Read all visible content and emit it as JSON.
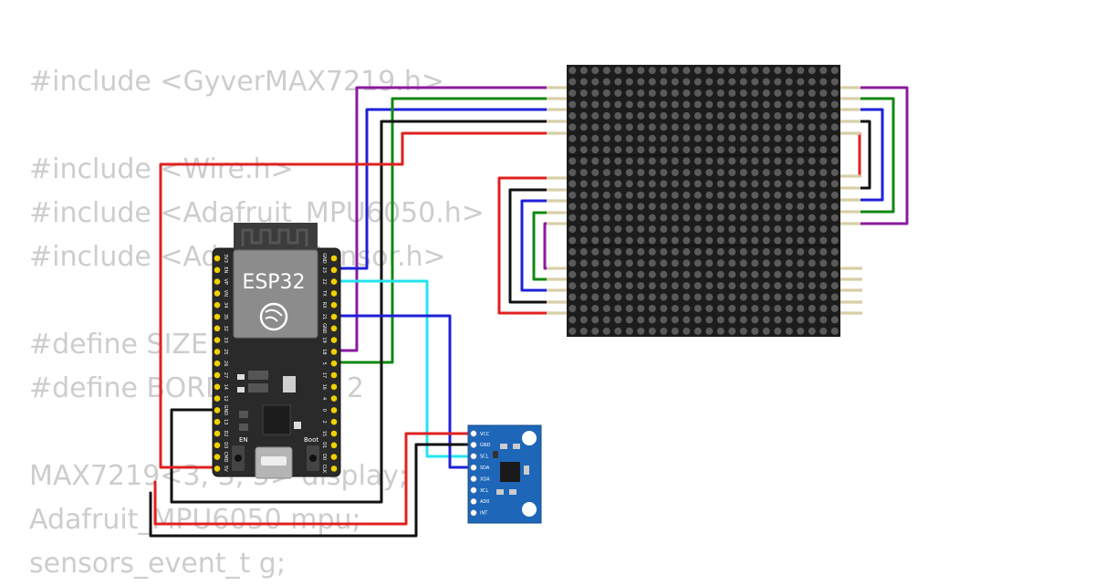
{
  "code_lines": [
    "#include <GyverMAX7219.h>",
    "",
    "#include <Wire.h>",
    "#include <Adafruit_MPU6050.h>",
    "#include <Adafruit_Sensor.h>",
    "",
    "#define SIZE 8",
    "#define BORDER_SIZE 2",
    "",
    "MAX7219<3, 3, 5> display;",
    "Adafruit_MPU6050 mpu;",
    "sensors_event_t g;"
  ],
  "esp32": {
    "label": "ESP32",
    "button_en": "EN",
    "button_boot": "Boot",
    "left_pins": [
      "3V3",
      "EN",
      "VP",
      "VN",
      "34",
      "35",
      "32",
      "33",
      "25",
      "26",
      "27",
      "14",
      "12",
      "GND",
      "13",
      "D2",
      "D3",
      "CMD",
      "5V"
    ],
    "right_pins": [
      "GND",
      "23",
      "22",
      "TX",
      "RX",
      "21",
      "GND",
      "19",
      "18",
      "5",
      "17",
      "16",
      "4",
      "0",
      "2",
      "15",
      "D1",
      "D0",
      "CLK"
    ]
  },
  "mpu6050": {
    "pins": [
      "VCC",
      "GND",
      "SCL",
      "SDA",
      "XDA",
      "XCL",
      "AD0",
      "INT"
    ]
  },
  "matrix": {
    "rows": 24,
    "cols": 24
  },
  "wire_colors": {
    "red": "#e02020",
    "black": "#111111",
    "blue": "#2020d8",
    "green": "#108810",
    "purple": "#8a1aa0",
    "cyan": "#22e4f0"
  }
}
